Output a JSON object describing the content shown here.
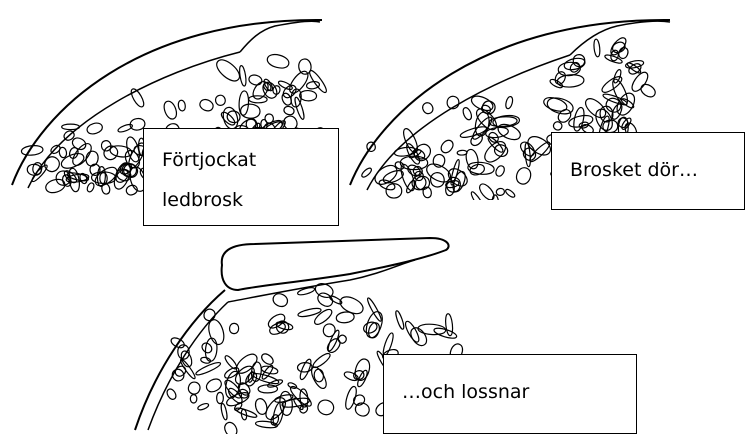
{
  "labels": {
    "panel_1": [
      "Förtjockat",
      "ledbrosk"
    ],
    "panel_2": [
      "Brosket dör…"
    ],
    "panel_3": [
      "…och lossnar"
    ]
  },
  "colors": {
    "ink": "#000000",
    "paper": "#ffffff"
  }
}
